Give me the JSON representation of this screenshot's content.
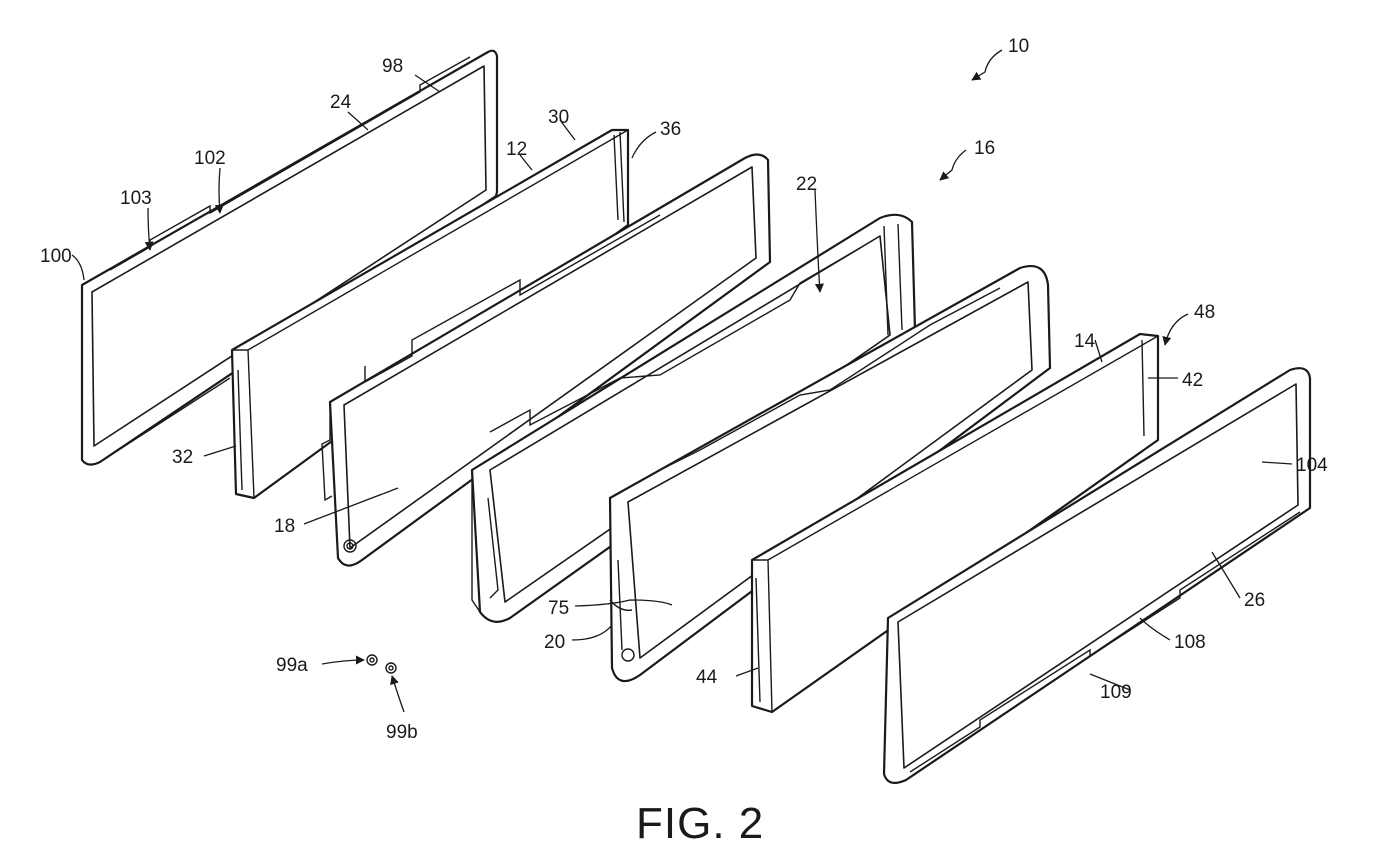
{
  "figure": {
    "caption": "FIG. 2",
    "reference_numerals": {
      "n10": "10",
      "n16": "16",
      "n98": "98",
      "n24": "24",
      "n30": "30",
      "n36": "36",
      "n12": "12",
      "n102": "102",
      "n103": "103",
      "n100": "100",
      "n22": "22",
      "n48": "48",
      "n14": "14",
      "n42": "42",
      "n104": "104",
      "n32": "32",
      "n18": "18",
      "n26": "26",
      "n75": "75",
      "n20": "20",
      "n108": "108",
      "n44": "44",
      "n109": "109",
      "n99a": "99a",
      "n99b": "99b"
    }
  }
}
